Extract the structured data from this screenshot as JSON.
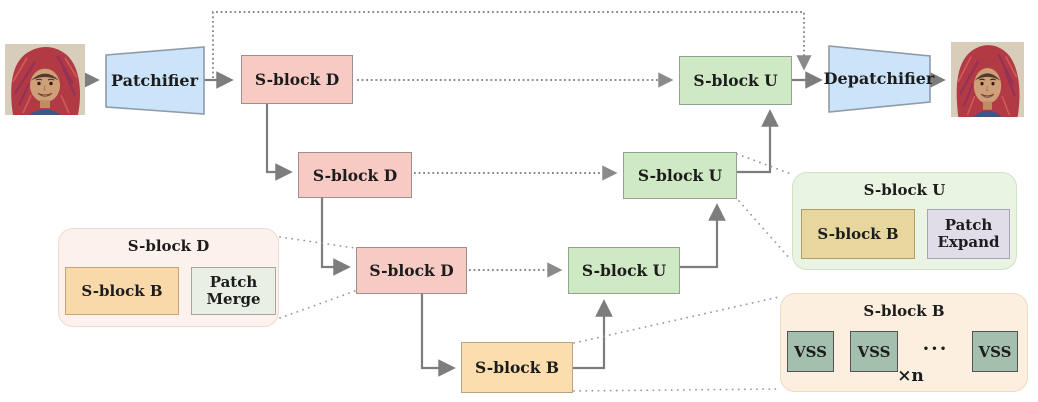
{
  "colors": {
    "encoder_fill": "#f7cac3",
    "decoder_fill": "#cfe9c5",
    "bottleneck_fill": "#fbddae",
    "patchifier_fill": "#cbe4fa",
    "vss_fill": "#a5bfae",
    "callout_d_fill": "#fdf1ee",
    "callout_u_fill": "#eaf4e3",
    "callout_b_fill": "#fcefdf",
    "arrow": "#7d7d7d"
  },
  "pipeline": {
    "patchifier_label": "Patchifier",
    "depatchifier_label": "Depatchifier",
    "encoder_blocks": [
      "S-block D",
      "S-block D",
      "S-block D"
    ],
    "decoder_blocks": [
      "S-block U",
      "S-block U",
      "S-block U"
    ],
    "bottleneck_label": "S-block B"
  },
  "callouts": {
    "sblock_d": {
      "title": "S-block D",
      "inner_blocks": [
        "S-block B",
        "Patch Merge"
      ]
    },
    "sblock_u": {
      "title": "S-block U",
      "inner_blocks": [
        "S-block B",
        "Patch Expand"
      ]
    },
    "sblock_b": {
      "title": "S-block B",
      "vss_blocks": [
        "VSS",
        "VSS",
        "VSS"
      ],
      "ellipsis": "···",
      "repeat_label": "×n"
    }
  }
}
